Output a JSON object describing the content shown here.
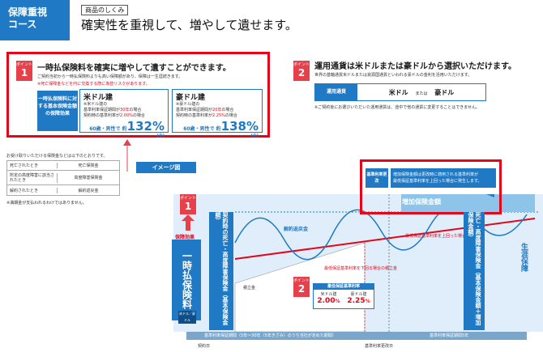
{
  "header": {
    "tag_line1": "保障重視",
    "tag_line2": "コース",
    "subtitle": "商品のしくみ",
    "headline": "確実性を重視して、増やして遺せます。"
  },
  "point1": {
    "label": "ポイント",
    "num": "1",
    "title": "一時払保険料を確実に増やして遺すことができます。",
    "desc": "ご契約当初から一時払保険料よりも高い保障額があり、保障は一生涯続きます。",
    "note": "※死亡保障金などを円に交換する際に為替リスクがあります。",
    "left_label": "一時払保険料に対する基本保険金額の保障効果",
    "usd": {
      "title": "米ドル建",
      "line1": "※米ドル建の",
      "line2a": "基準利率保証期間が",
      "line2b": "30年",
      "line2c": "の場合",
      "line3a": "契約時の基準利率が",
      "line3b": "2.00%",
      "line3c": "の場合",
      "res_a": "60歳・男性で",
      "res_b": "約",
      "res_c": "132%",
      "res_sup": "(※)"
    },
    "aud": {
      "title": "豪ドル建",
      "line1": "※豪ドル建の",
      "line2a": "基準利率保証期間が",
      "line2b": "20年",
      "line2c": "の場合",
      "line3a": "契約時の基準利率が",
      "line3b": "2.25%",
      "line3c": "の場合",
      "res_a": "60歳・男性で",
      "res_b": "約",
      "res_c": "138%",
      "res_sup": "(※)"
    }
  },
  "point2": {
    "label": "ポイント",
    "num": "2",
    "title": "運用通貨は米ドルまたは豪ドルから選択いただけます。",
    "desc": "世界の基軸通貨米ドルまたは資源国通貨といわれる豪ドルの金利を活用いただけます。",
    "currency_label": "運用通貨",
    "usd": "米ドル",
    "or": "または",
    "aud": "豪ドル",
    "note": "※ご契約後にお選びいただいた運用通貨は、途中で他の通貨に変更することはできません。"
  },
  "payout": {
    "intro": "お受け取りいただける保険金などは以下のとおりです。",
    "rows": [
      {
        "when": "死亡されたとき",
        "what": "死亡保険金"
      },
      {
        "when": "所定の高度障害に該当されたとき",
        "what": "高度障害保険金"
      },
      {
        "when": "解約されたとき",
        "what": "解約返戻金"
      }
    ],
    "note": "※満期金が支払われるわけではありません。"
  },
  "chart": {
    "image_label": "イメージ図",
    "hoshou_kouka": "保障効果",
    "ichiji": "一時払保険料",
    "beidoru_goudoru": "米ドル／豪ドル",
    "death_band": "契約時の死亡・高度障害保険金（基本保険金額）",
    "kaiyaku": "解約返戻金",
    "tsumitate": "積立金",
    "saitei_note": "最低保証基準利率を下回る場合の積立金",
    "saitei_note2": "最低保証基準利率を上回った場合の積立金",
    "saitei_label": "最低保証基準利率",
    "saitei_usd_lbl": "米ドル建",
    "saitei_usd_val": "2.00",
    "saitei_aud_lbl": "豪ドル建",
    "saitei_aud_val": "2.25",
    "pct": "%",
    "callout_label": "基準利率更改",
    "callout_text1": "増加保険金額は更改時に適用される基準利率が",
    "callout_text2": "最低保証基準利率を上回った場合に発生します。",
    "zouka": "増加保険金額",
    "death_band2": "死亡・高度障害保険金（基本保険金額＋増加保険金額）",
    "shougai": "生涯保障",
    "period1": "基準利率保証期間（5年〜30年（5年きざみ）のうち当社が定めた期間）",
    "period2": "基準利率保証期間5年",
    "contract": "契約日",
    "renewal": "基準利率更改日"
  },
  "colors": {
    "blue": "#1f79c4",
    "red": "#e2061a",
    "pink": "#e6404a"
  }
}
